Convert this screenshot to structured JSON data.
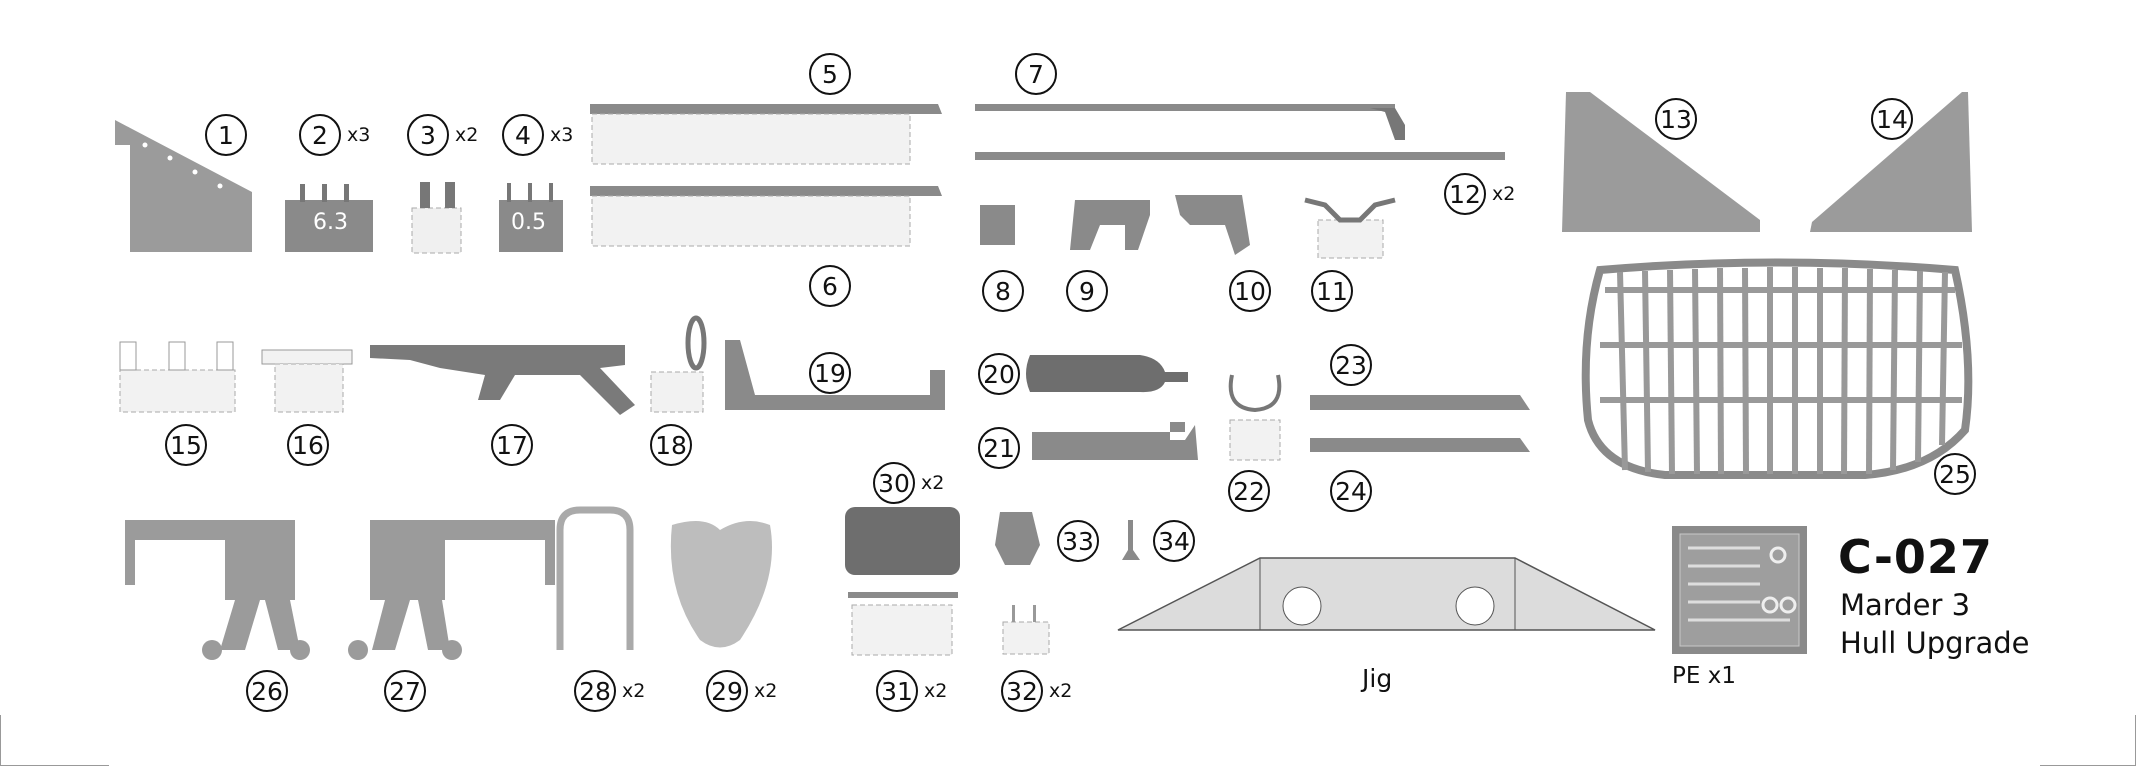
{
  "parts": [
    {
      "id": "part-1",
      "num": "1",
      "mult": ""
    },
    {
      "id": "part-2",
      "num": "2",
      "mult": "x3",
      "label": "6.3"
    },
    {
      "id": "part-3",
      "num": "3",
      "mult": "x2"
    },
    {
      "id": "part-4",
      "num": "4",
      "mult": "x3",
      "label": "0.5"
    },
    {
      "id": "part-5",
      "num": "5",
      "mult": ""
    },
    {
      "id": "part-6",
      "num": "6",
      "mult": ""
    },
    {
      "id": "part-7",
      "num": "7",
      "mult": ""
    },
    {
      "id": "part-8",
      "num": "8",
      "mult": ""
    },
    {
      "id": "part-9",
      "num": "9",
      "mult": ""
    },
    {
      "id": "part-10",
      "num": "10",
      "mult": ""
    },
    {
      "id": "part-11",
      "num": "11",
      "mult": ""
    },
    {
      "id": "part-12",
      "num": "12",
      "mult": "x2"
    },
    {
      "id": "part-13",
      "num": "13",
      "mult": ""
    },
    {
      "id": "part-14",
      "num": "14",
      "mult": ""
    },
    {
      "id": "part-15",
      "num": "15",
      "mult": ""
    },
    {
      "id": "part-16",
      "num": "16",
      "mult": ""
    },
    {
      "id": "part-17",
      "num": "17",
      "mult": ""
    },
    {
      "id": "part-18",
      "num": "18",
      "mult": ""
    },
    {
      "id": "part-19",
      "num": "19",
      "mult": ""
    },
    {
      "id": "part-20",
      "num": "20",
      "mult": ""
    },
    {
      "id": "part-21",
      "num": "21",
      "mult": ""
    },
    {
      "id": "part-22",
      "num": "22",
      "mult": ""
    },
    {
      "id": "part-23",
      "num": "23",
      "mult": ""
    },
    {
      "id": "part-24",
      "num": "24",
      "mult": ""
    },
    {
      "id": "part-25",
      "num": "25",
      "mult": ""
    },
    {
      "id": "part-26",
      "num": "26",
      "mult": ""
    },
    {
      "id": "part-27",
      "num": "27",
      "mult": ""
    },
    {
      "id": "part-28",
      "num": "28",
      "mult": "x2"
    },
    {
      "id": "part-29",
      "num": "29",
      "mult": "x2"
    },
    {
      "id": "part-30",
      "num": "30",
      "mult": "x2"
    },
    {
      "id": "part-31",
      "num": "31",
      "mult": "x2"
    },
    {
      "id": "part-32",
      "num": "32",
      "mult": "x2"
    },
    {
      "id": "part-33",
      "num": "33",
      "mult": ""
    },
    {
      "id": "part-34",
      "num": "34",
      "mult": ""
    }
  ],
  "jig_label": "Jig",
  "pe_label": "PE x1",
  "product": {
    "code": "C-027",
    "line1": "Marder 3",
    "line2": "Hull Upgrade"
  },
  "colors": {
    "part_fill": "#9b9b9b",
    "part_dark": "#6e6e6e",
    "part_light": "#c4c4c4",
    "outline": "#111111",
    "dashed": "#aaaaaa",
    "jig_fill": "#dcdcdc"
  }
}
